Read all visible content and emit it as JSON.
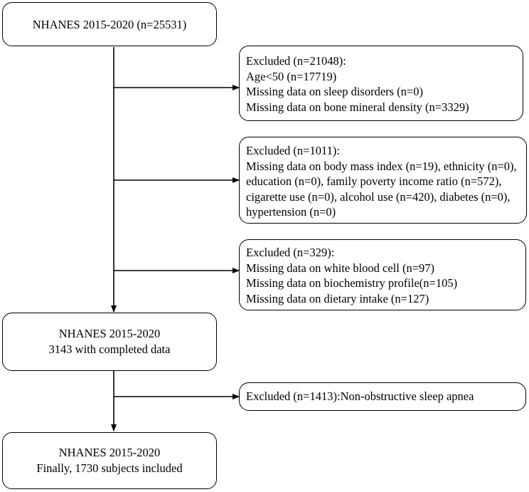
{
  "main_boxes": {
    "start": {
      "lines": [
        "NHANES 2015-2020 (n=25531)"
      ]
    },
    "completed": {
      "lines": [
        "NHANES 2015-2020",
        "3143 with completed data"
      ]
    },
    "final": {
      "lines": [
        "NHANES 2015-2020",
        "Finally, 1730 subjects included"
      ]
    }
  },
  "exclusions": [
    {
      "lines": [
        "Excluded (n=21048):",
        "Age<50 (n=17719)",
        "Missing data on sleep disorders (n=0)",
        "Missing data on bone mineral density (n=3329)"
      ]
    },
    {
      "title": "Excluded (n=1011):",
      "body": "Missing data on body mass index (n=19), ethnicity (n=0), education (n=0), family poverty income ratio (n=572), cigarette use (n=0), alcohol use (n=420), diabetes (n=0), hypertension (n=0)"
    },
    {
      "lines": [
        "Excluded (n=329):",
        "Missing data on white blood cell (n=97)",
        "Missing data on biochemistry profile(n=105)",
        "Missing data on dietary intake (n=127)"
      ]
    },
    {
      "lines": [
        "Excluded (n=1413):Non-obstructive sleep apnea"
      ]
    }
  ]
}
